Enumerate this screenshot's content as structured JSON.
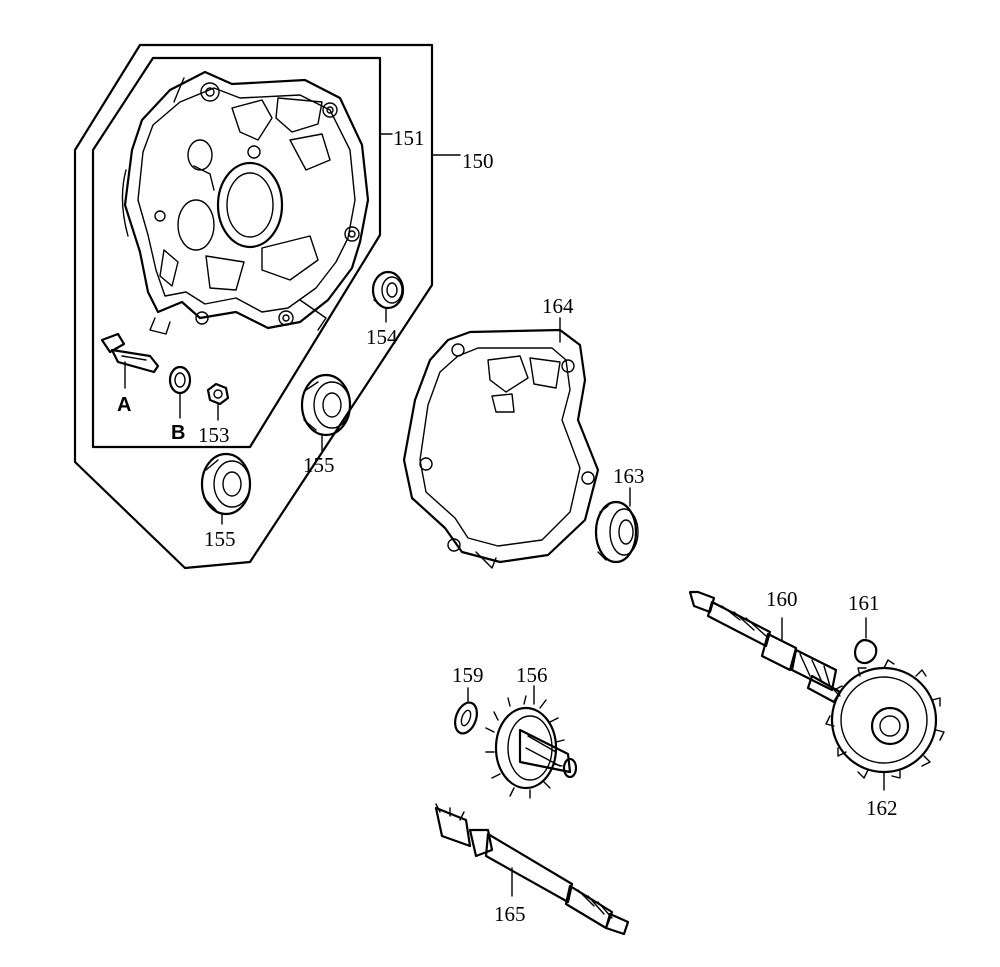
{
  "labels": {
    "p150": "150",
    "p151": "151",
    "p153": "153",
    "p154": "154",
    "p155a": "155",
    "p155b": "155",
    "p156": "156",
    "p159": "159",
    "p160": "160",
    "p161": "161",
    "p162": "162",
    "p163": "163",
    "p164": "164",
    "p165": "165",
    "A": "A",
    "B": "B"
  }
}
